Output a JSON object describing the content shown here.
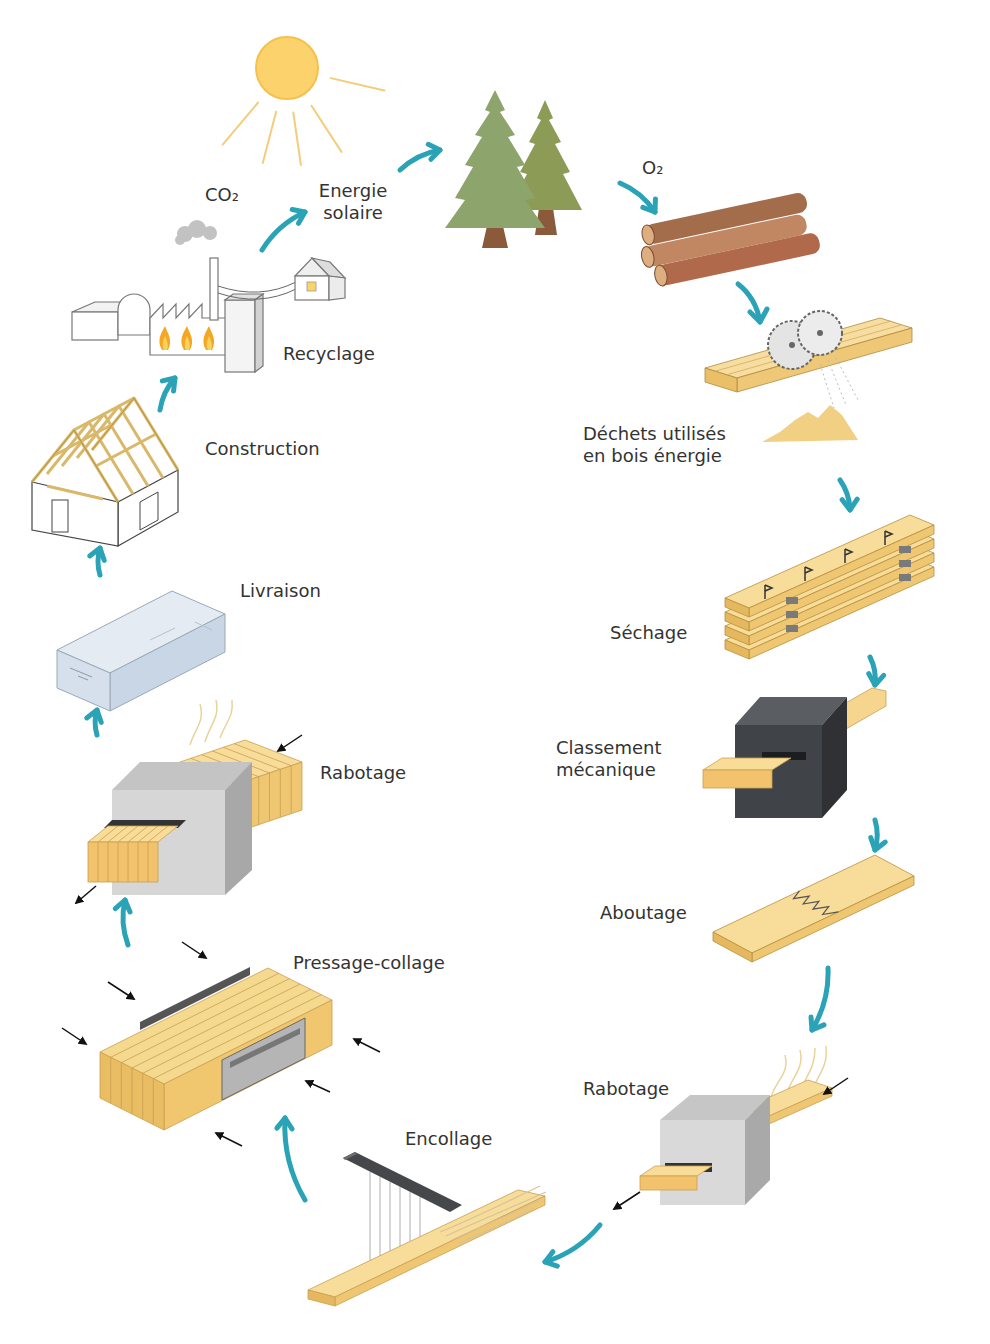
{
  "diagram": {
    "nodes": [
      {
        "text": [
          "Energie solaire"
        ]
      },
      {
        "text": [
          "O₂"
        ]
      },
      {
        "text": [
          "Déchets utilisés en bois énergie"
        ]
      },
      {
        "text": [
          "Séchage"
        ]
      },
      {
        "text": [
          "Classement mécanique"
        ]
      },
      {
        "text": [
          "Aboutage"
        ]
      },
      {
        "text": [
          "Rabotage"
        ]
      },
      {
        "text": [
          "Encollage"
        ]
      },
      {
        "text": [
          "Pressage-collage"
        ]
      },
      {
        "text": [
          "Rabotage"
        ]
      },
      {
        "text": [
          "Livraison"
        ]
      },
      {
        "text": [
          "Construction"
        ]
      },
      {
        "text": [
          "Recyclage"
        ]
      }
    ],
    "edges": [
      {
        "from": 0,
        "to": 1,
        "arrow": "to"
      },
      {
        "from": 1,
        "to": 2,
        "arrow": "to"
      },
      {
        "from": 2,
        "to": 3,
        "arrow": "to"
      },
      {
        "from": 3,
        "to": 4,
        "arrow": "to"
      },
      {
        "from": 4,
        "to": 5,
        "arrow": "to"
      },
      {
        "from": 5,
        "to": 6,
        "arrow": "to"
      },
      {
        "from": 6,
        "to": 7,
        "arrow": "to"
      },
      {
        "from": 7,
        "to": 8,
        "arrow": "to"
      },
      {
        "from": 8,
        "to": 9,
        "arrow": "to"
      },
      {
        "from": 9,
        "to": 10,
        "arrow": "to"
      },
      {
        "from": 10,
        "to": 11,
        "arrow": "to"
      },
      {
        "from": 11,
        "to": 12,
        "arrow": "to"
      },
      {
        "from": 12,
        "to": 0,
        "arrow": "to"
      }
    ],
    "labels": [
      "CO₂"
    ]
  }
}
